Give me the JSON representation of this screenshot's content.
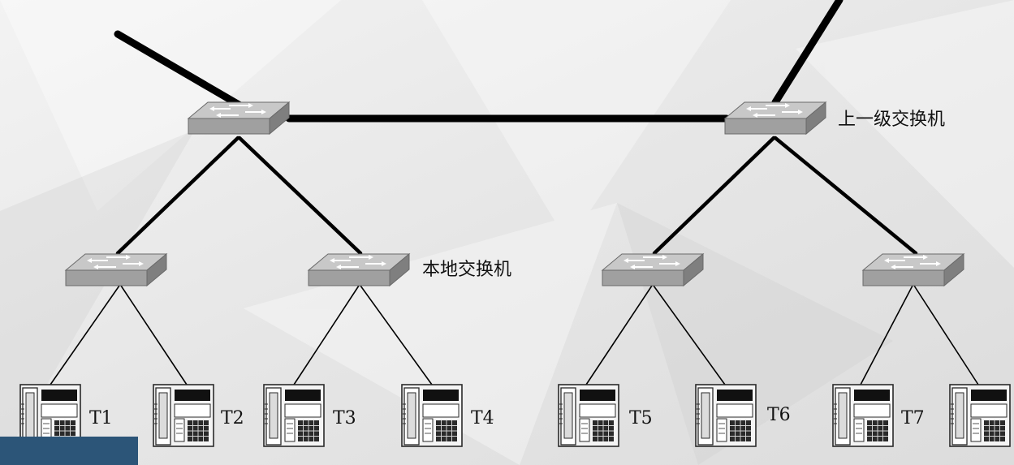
{
  "labels": {
    "upper_switch": "上一级交换机",
    "local_switch": "本地交换机"
  },
  "terminals": [
    "T1",
    "T2",
    "T3",
    "T4",
    "T5",
    "T6",
    "T7",
    ""
  ],
  "colors": {
    "background": "#ececec",
    "switch_top": "#c4c4c4",
    "switch_front": "#9a9a9a",
    "link": "#000000",
    "corner_block": "#2c5578"
  }
}
